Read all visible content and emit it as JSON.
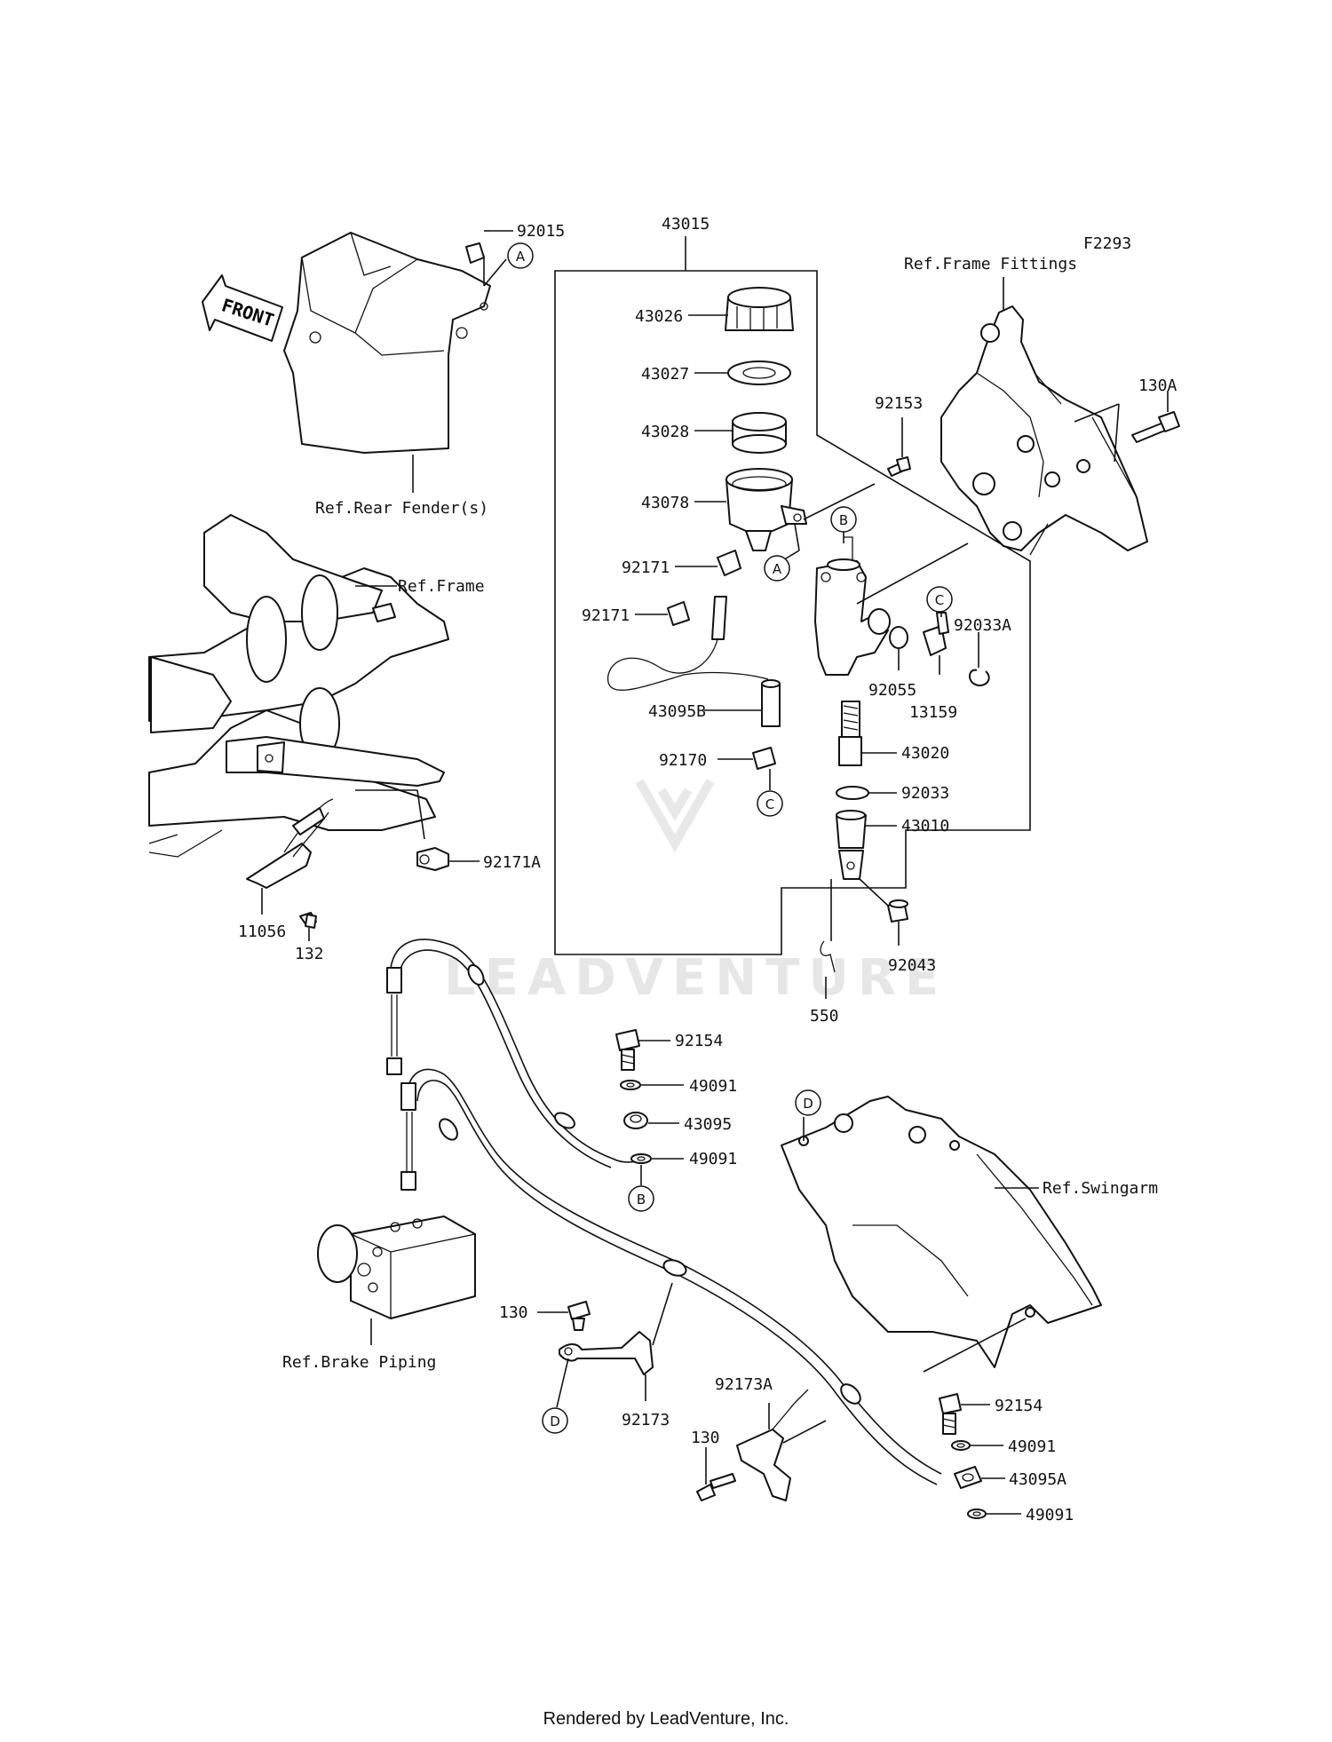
{
  "diagram_code": "F2293",
  "direction_label": "FRONT",
  "watermark": "LEADVENTURE",
  "footer": "Rendered by LeadVenture, Inc.",
  "refs": {
    "rear_fender": "Ref.Rear Fender(s)",
    "frame": "Ref.Frame",
    "frame_fittings": "Ref.Frame Fittings",
    "swingarm": "Ref.Swingarm",
    "brake_piping": "Ref.Brake Piping"
  },
  "callouts": {
    "a1": "A",
    "a2": "A",
    "b1": "B",
    "b2": "B",
    "c1": "C",
    "c2": "C",
    "d1": "D",
    "d2": "D"
  },
  "parts": {
    "p92015": "92015",
    "p43015": "43015",
    "p43026": "43026",
    "p43027": "43027",
    "p43028": "43028",
    "p43078": "43078",
    "p92171a": "92171",
    "p92171b": "92171",
    "p43095B": "43095B",
    "p92170": "92170",
    "p92153": "92153",
    "p130A": "130A",
    "p92055": "92055",
    "p13159": "13159",
    "p92033A": "92033A",
    "p43020": "43020",
    "p92033": "92033",
    "p43010": "43010",
    "p92043": "92043",
    "p550": "550",
    "p92171A": "92171A",
    "p11056": "11056",
    "p132": "132",
    "p92154a": "92154",
    "p49091a": "49091",
    "p43095": "43095",
    "p49091b": "49091",
    "p130a": "130",
    "p92173": "92173",
    "p92173A": "92173A",
    "p130b": "130",
    "p92154b": "92154",
    "p49091c": "49091",
    "p43095A": "43095A",
    "p49091d": "49091"
  }
}
